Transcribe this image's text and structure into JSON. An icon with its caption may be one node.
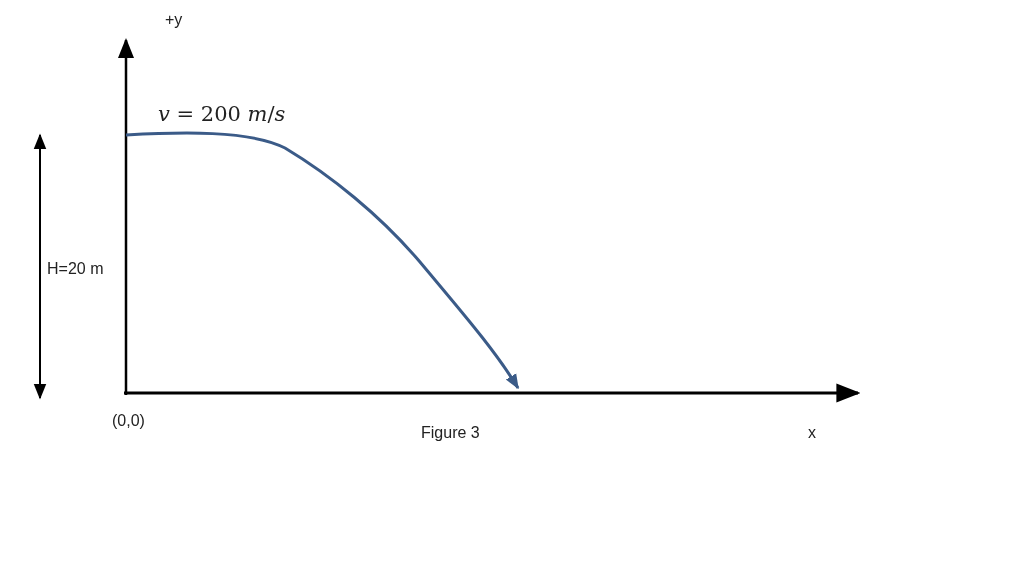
{
  "diagram": {
    "caption": "Figure 3",
    "labels": [
      "+y",
      "*v* = 200 *m*/*s*",
      "H=20 m",
      "(0,0)",
      "x"
    ]
  }
}
